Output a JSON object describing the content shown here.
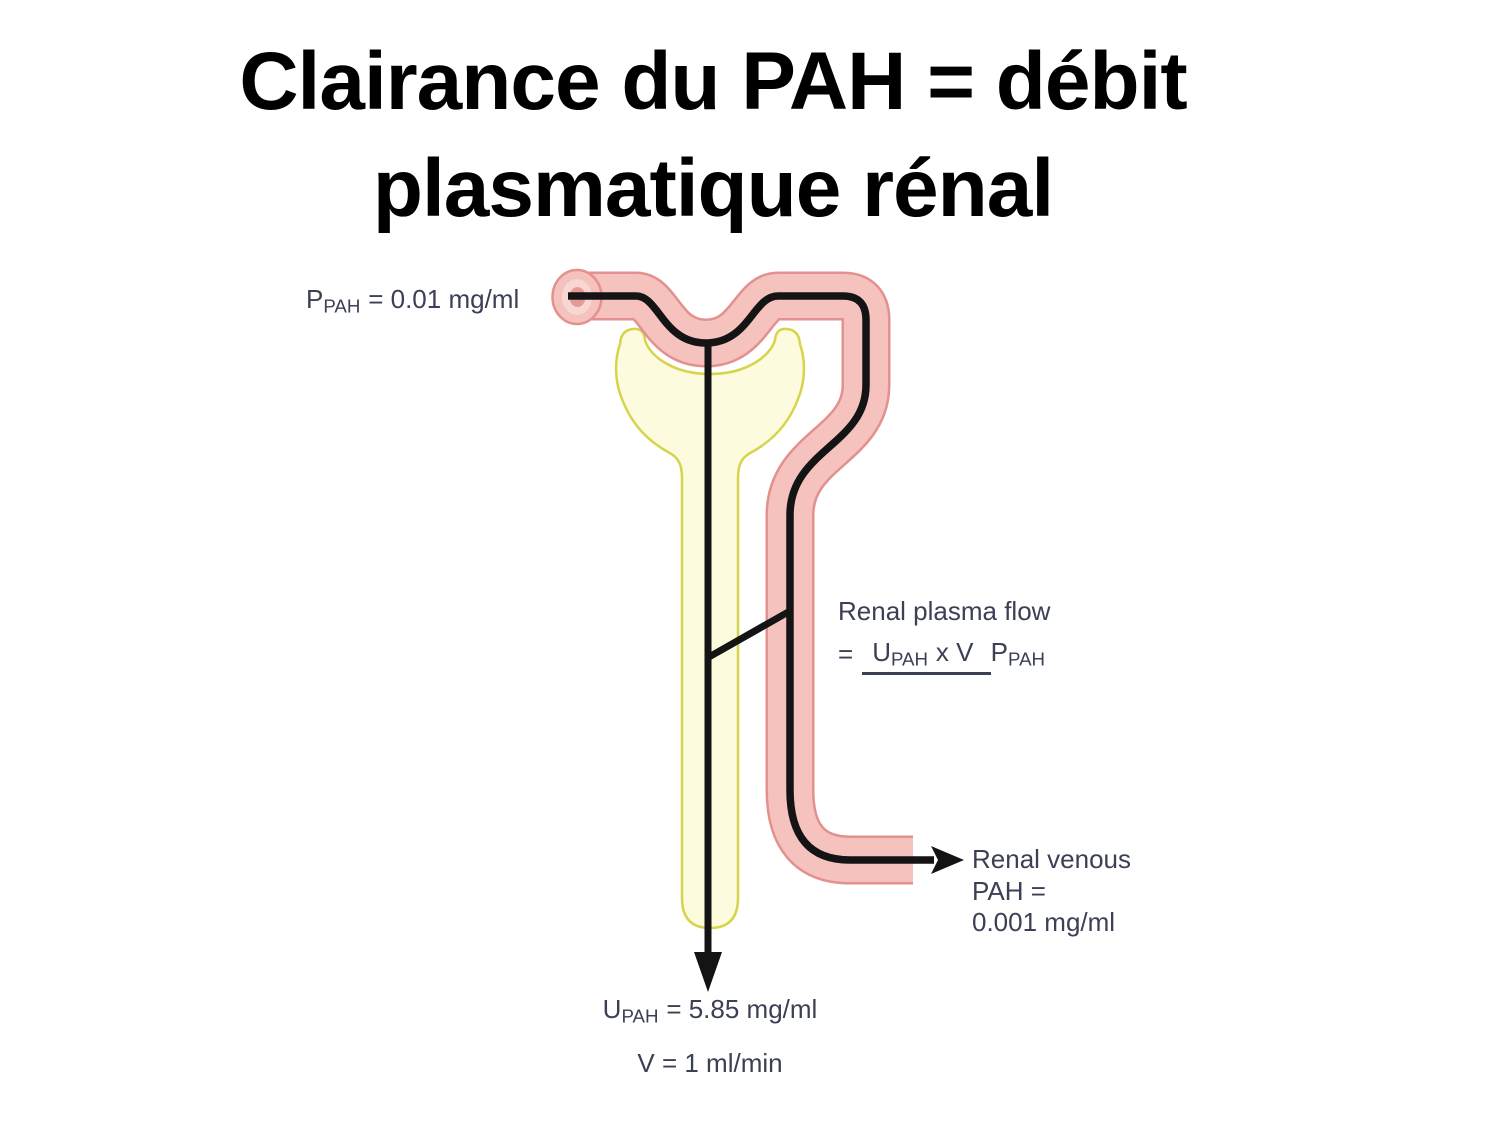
{
  "title": {
    "line1": "Clairance du PAH = débit",
    "line2": "plasmatique rénal"
  },
  "diagram": {
    "inflow_label": {
      "symbol": "P",
      "subscript": "PAH",
      "value": "= 0.01 mg/ml"
    },
    "formula": {
      "heading": "Renal plasma flow",
      "equals": "=",
      "numerator": {
        "symbol": "U",
        "subscript": "PAH",
        "suffix": "x V"
      },
      "denominator": {
        "symbol": "P",
        "subscript": "PAH"
      }
    },
    "venous_label": {
      "line1": "Renal venous",
      "line2": "PAH =",
      "line3": "0.001 mg/ml"
    },
    "urine_label": {
      "symbol": "U",
      "subscript": "PAH",
      "value": "= 5.85 mg/ml"
    },
    "urine_flow_label": "V = 1 ml/min"
  },
  "colors": {
    "bg": "#ffffff",
    "title-color": "#000000",
    "text-color": "#3b4055",
    "vessel-fill": "#f5c2be",
    "vessel-outline": "#e2918e",
    "vessel-lumen-light": "#f8d7d3",
    "vessel-lumen-dark": "#e69a96",
    "capsule-fill": "#fdfbdd",
    "capsule-outline": "#d6d44c",
    "flow-line": "#141414"
  }
}
